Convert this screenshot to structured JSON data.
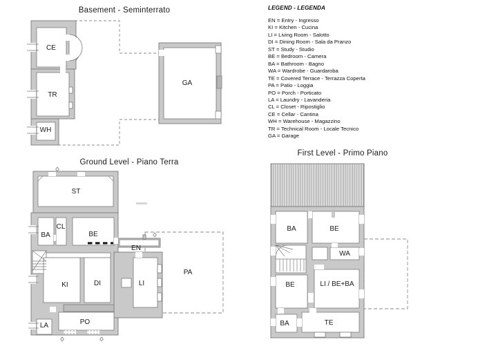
{
  "titles": {
    "basement": "Basement - Seminterrato",
    "ground": "Ground Level - Piano Terra",
    "first": "First Level - Primo Piano"
  },
  "legend": {
    "title": "LEGEND - LEGENDA",
    "items": [
      "EN = Entry - Ingresso",
      "KI = Kitchen - Cucina",
      "LI = Living Room - Salotto",
      "DI = Dining Room - Sala da Pranzo",
      "ST = Study - Studio",
      "BE = Bedroom - Camera",
      "BA = Bathroom - Bagno",
      "WA = Wardrobe - Guardaroba",
      "TE = Covered Terrace - Terrazza Coperta",
      "PA = Patio - Loggia",
      "PO = Porch - Porticato",
      "LA = Laundry - Lavanderia",
      "CL = Closet - Ripostiglio",
      "CE = Cellar - Cantina",
      "WH = Warehouse - Magazzino",
      "TR = Technical Room - Locale Tecnico",
      "GA = Garage"
    ]
  },
  "rooms": {
    "basement": {
      "ce": "CE",
      "tr": "TR",
      "wh": "WH",
      "ga": "GA"
    },
    "ground": {
      "st": "ST",
      "ba": "BA",
      "cl": "CL",
      "be": "BE",
      "en": "EN",
      "ki": "KI",
      "di": "DI",
      "li": "LI",
      "pa": "PA",
      "la": "LA",
      "po": "PO"
    },
    "first": {
      "ba_top": "BA",
      "be_top": "BE",
      "wa": "WA",
      "be_left": "BE",
      "li_be_ba": "LI / BE+BA",
      "ba_bottom": "BA",
      "te": "TE"
    }
  },
  "colors": {
    "wall_fill": "#c9c9c9",
    "wall_stroke": "#7a7a7a",
    "dashed_line": "#8a8a8a",
    "bold_dash": "#111111"
  }
}
